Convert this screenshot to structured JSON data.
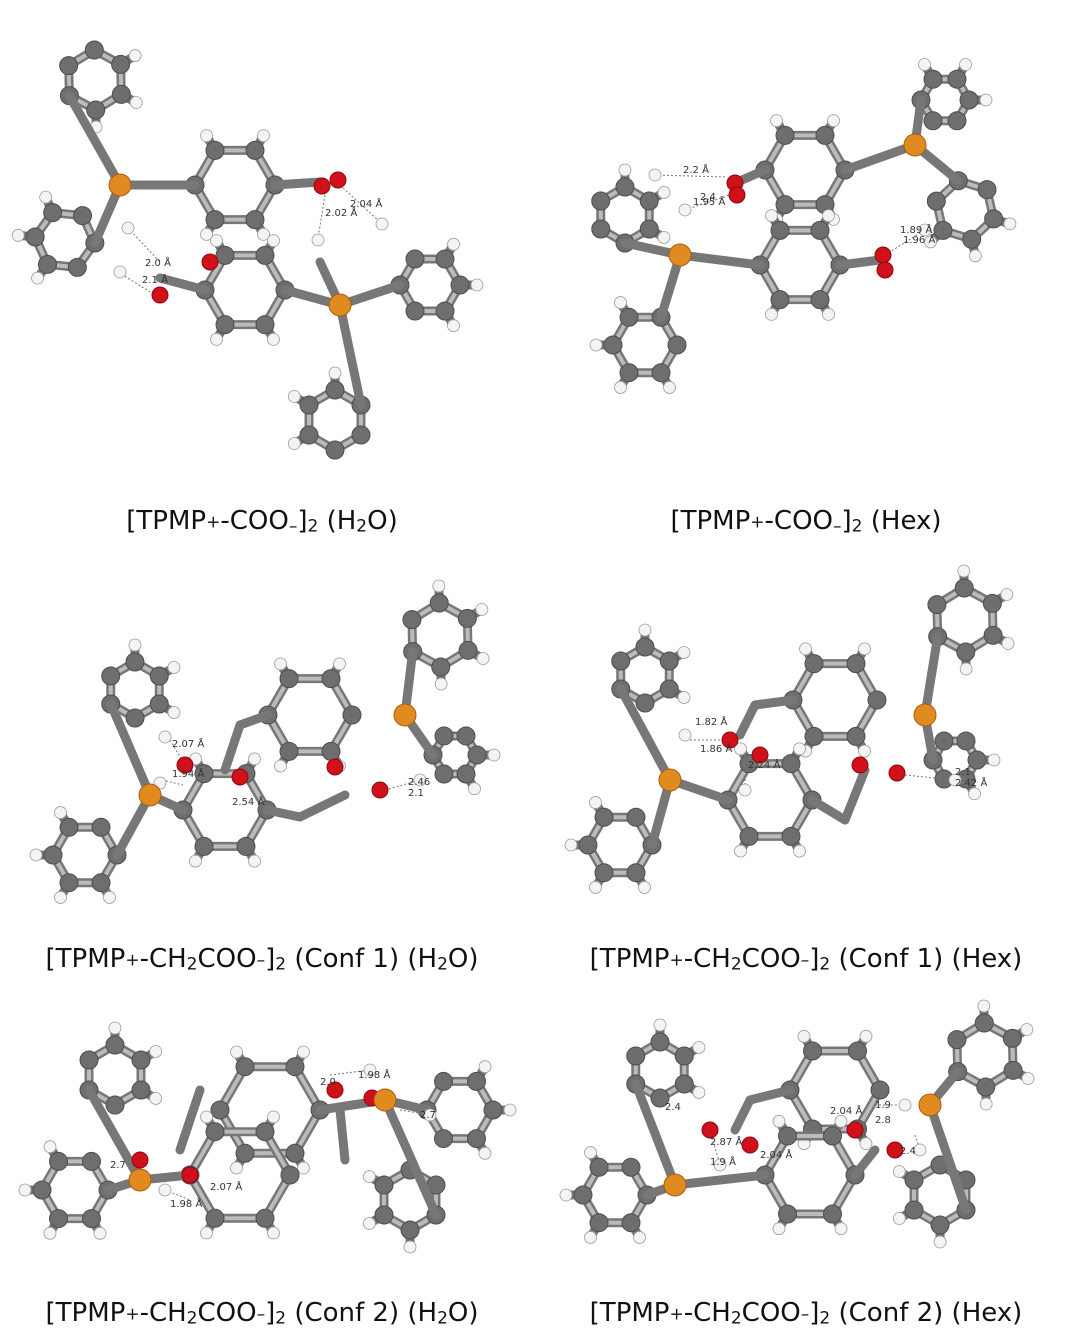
{
  "panels": [
    {
      "id": "p1",
      "caption": {
        "a": "[TPMP",
        "s1": "+",
        "b": "-COO",
        "s2": "–",
        "c": "]",
        "s3": "2",
        "d": " (H",
        "s4": "2",
        "e": "O)"
      },
      "distances": [
        "2.02 Å",
        "2.04 Å",
        "2.0 Å",
        "2.1 Å"
      ]
    },
    {
      "id": "p2",
      "caption": {
        "a": "[TPMP",
        "s1": "+",
        "b": "-COO",
        "s2": "–",
        "c": "]",
        "s3": "2",
        "d": " (Hex)"
      },
      "distances": [
        "2.2 Å",
        "2.4",
        "1.95 Å",
        "1.89 Å",
        "1.96 Å"
      ]
    },
    {
      "id": "p3",
      "caption": {
        "a": "[TPMP",
        "s1": "+",
        "b": "-CH",
        "s2": "2",
        "c": "COO",
        "s3": "–",
        "d": "]",
        "s4": "2",
        "e": " (Conf 1) (H",
        "s5": "2",
        "f": "O)"
      },
      "distances": [
        "2.07 Å",
        "1.94 Å",
        "2.54 Å",
        "2.46",
        "2.1"
      ]
    },
    {
      "id": "p4",
      "caption": {
        "a": "[TPMP",
        "s1": "+",
        "b": "-CH",
        "s2": "2",
        "c": "COO",
        "s3": "–",
        "d": "]",
        "s4": "2",
        "e": " (Conf 1) (Hex)"
      },
      "distances": [
        "1.86 Å",
        "1.82 Å",
        "2.24 Å",
        "2.1",
        "2.42 Å"
      ]
    },
    {
      "id": "p5",
      "caption": {
        "a": "[TPMP",
        "s1": "+",
        "b": "-CH",
        "s2": "2",
        "c": "COO",
        "s3": "–",
        "d": "]",
        "s4": "2",
        "e": " (Conf 2) (H",
        "s5": "2",
        "f": "O)"
      },
      "distances": [
        "1.98 Å",
        "2.0",
        "2.7",
        "2.7",
        "2.07 Å",
        "1.98 Å"
      ]
    },
    {
      "id": "p6",
      "caption": {
        "a": "[TPMP",
        "s1": "+",
        "b": "-CH",
        "s2": "2",
        "c": "COO",
        "s3": "–",
        "d": "]",
        "s4": "2",
        "e": " (Conf 2) (Hex)"
      },
      "distances": [
        "2.4",
        "2.87 Å",
        "1.9 Å",
        "2.04 Å",
        "2.04 Å",
        "1.9",
        "2.8",
        "2.4"
      ]
    }
  ],
  "colors": {
    "carbon": "#6e6e6e",
    "hydrogen": "#f4f4f4",
    "oxygen": "#d0101a",
    "phosphorus": "#e08a20"
  }
}
